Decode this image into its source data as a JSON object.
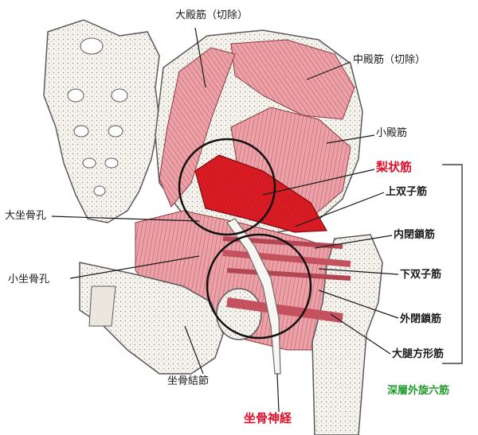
{
  "labels": {
    "gluteus_maximus": "大殿筋（切除）",
    "gluteus_medius": "中殿筋（切除）",
    "gluteus_minimus": "小殿筋",
    "piriformis": "梨状筋",
    "superior_gemellus": "上双子筋",
    "obturator_internus": "内閉鎖筋",
    "inferior_gemellus": "下双子筋",
    "obturator_externus": "外閉鎖筋",
    "quadratus_femoris": "大腿方形筋",
    "deep_six": "深層外旋六筋",
    "greater_sciatic_foramen": "大坐骨孔",
    "lesser_sciatic_foramen": "小坐骨孔",
    "sacrotuberous_ligament": "坐骨結節",
    "sciatic_nerve": "坐骨神経"
  },
  "colors": {
    "muscle": "#e9a3a8",
    "muscle_stripe": "#c55a64",
    "piriformis": "#dc1c24",
    "bone": "#f4f1ea",
    "bone_stroke": "#6a6a6a",
    "highlight_red": "#e0102a",
    "highlight_green": "#1f9a2a"
  }
}
